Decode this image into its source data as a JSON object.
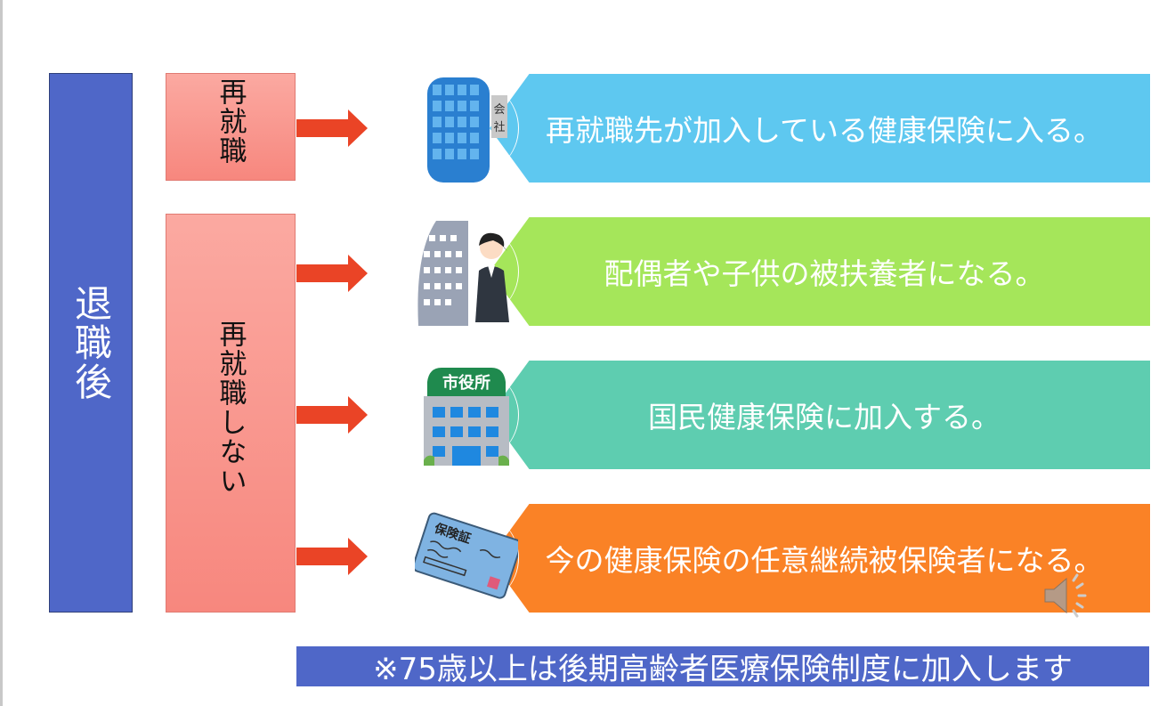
{
  "root": {
    "label": "退職後",
    "color": "#4f67c8"
  },
  "branches": [
    {
      "label": "再就職"
    },
    {
      "label": "再就職しない"
    }
  ],
  "options": [
    {
      "text": "再就職先が加入している健康保険に入る。",
      "color": "#5ec8f0",
      "icon": "company-building-icon",
      "icon_sign": [
        "会",
        "社"
      ]
    },
    {
      "text": "配偶者や子供の被扶養者になる。",
      "color": "#a5e65a",
      "icon": "office-woman-icon"
    },
    {
      "text": "国民健康保険に加入する。",
      "color": "#5ecdb0",
      "icon": "city-hall-icon",
      "icon_sign": "市役所"
    },
    {
      "text": "今の健康保険の任意継続被保険者になる。",
      "color": "#fa8226",
      "icon": "insurance-card-icon",
      "icon_sign": "保険証"
    }
  ],
  "note": "※75歳以上は後期高齢者医療保険制度に加入します",
  "arrow_color": "#ea4426",
  "speaker_icon": "speaker-icon"
}
